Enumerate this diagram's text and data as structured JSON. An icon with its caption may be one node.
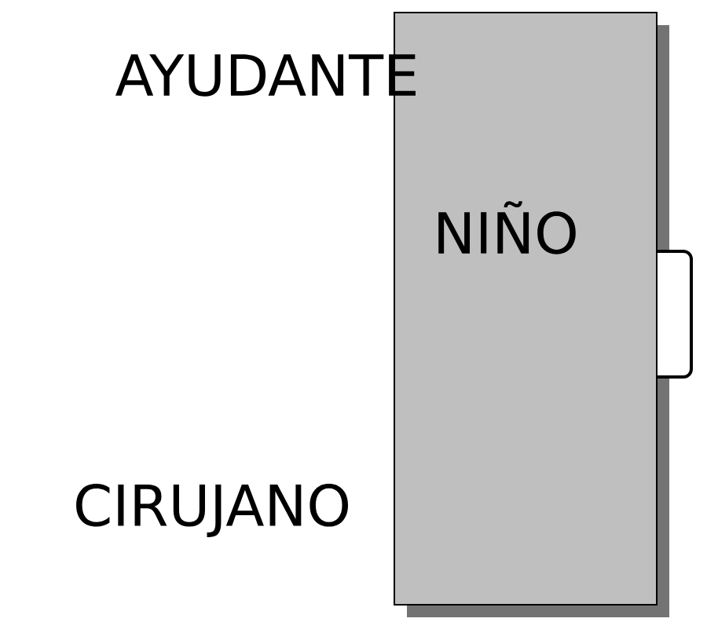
{
  "diagram": {
    "nodes": [
      {
        "text": [
          "NIÑO"
        ]
      }
    ],
    "edges": [],
    "labels": [
      "AYUDANTE",
      "CIRUJANO"
    ]
  }
}
